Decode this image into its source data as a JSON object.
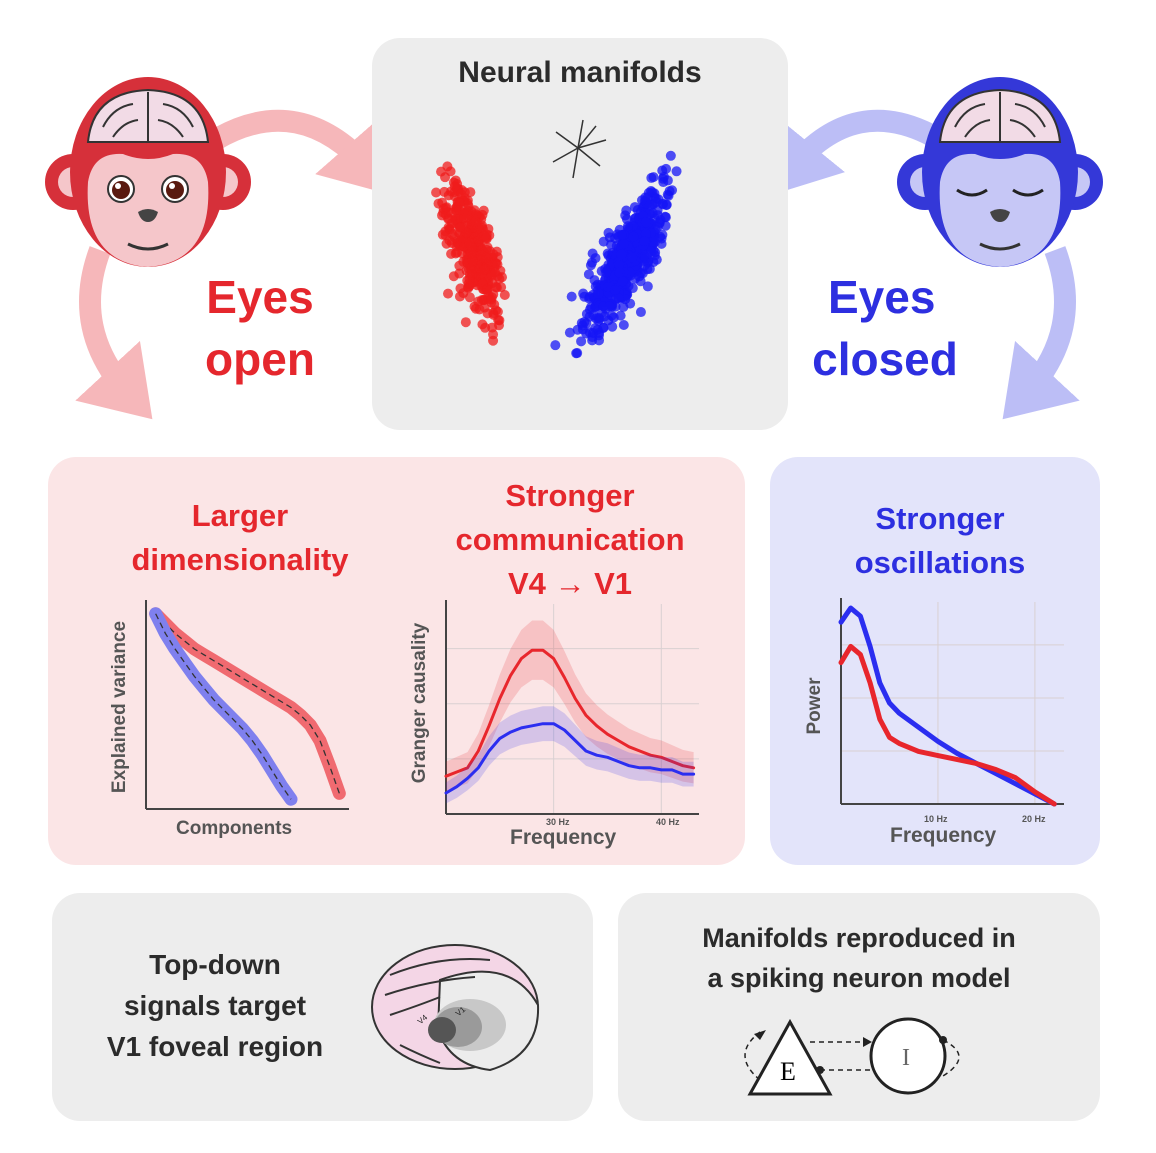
{
  "colors": {
    "eyes_open": "#e5272d",
    "eyes_closed": "#2d2fe0",
    "open_pale": "#f6b7ba",
    "closed_pale": "#bcbef6"
  },
  "top": {
    "title": "Neural manifolds"
  },
  "left_label": {
    "line1": "Eyes",
    "line2": "open"
  },
  "right_label": {
    "line1": "Eyes",
    "line2": "closed"
  },
  "pink_panel": {
    "dimensionality": {
      "line1": "Larger",
      "line2": "dimensionality"
    },
    "communication": {
      "line1": "Stronger",
      "line2": "communication",
      "line3": "V4 → V1"
    }
  },
  "blue_panel": {
    "title": {
      "line1": "Stronger",
      "line2": "oscillations"
    }
  },
  "bottom_left": {
    "line1": "Top-down",
    "line2": "signals target",
    "line3": "V1 foveal region",
    "brain_labels": [
      "V4",
      "V1"
    ]
  },
  "bottom_right": {
    "line1": "Manifolds reproduced in",
    "line2": "a spiking neuron model",
    "node_e": "E",
    "node_i": "I"
  },
  "chart_data": [
    {
      "type": "line",
      "title": "Larger dimensionality",
      "xlabel": "Components",
      "ylabel": "Explained variance",
      "x": [
        1,
        2,
        3,
        4,
        5,
        6,
        7,
        8,
        9,
        10,
        11,
        12,
        13,
        14,
        15,
        16,
        17,
        18,
        19,
        20
      ],
      "series": [
        {
          "name": "Eyes open",
          "color": "#f06a70",
          "values": [
            1,
            0.95,
            0.9,
            0.86,
            0.82,
            0.79,
            0.76,
            0.73,
            0.7,
            0.67,
            0.64,
            0.61,
            0.58,
            0.55,
            0.52,
            0.48,
            0.43,
            0.35,
            0.22,
            0.08
          ]
        },
        {
          "name": "Eyes closed",
          "color": "#7f80ee",
          "values": [
            1,
            0.9,
            0.82,
            0.75,
            0.68,
            0.62,
            0.56,
            0.51,
            0.46,
            0.41,
            0.35,
            0.28,
            0.2,
            0.12,
            0.05
          ]
        }
      ],
      "ylim": [
        0,
        1.05
      ],
      "xlim": [
        0,
        21
      ]
    },
    {
      "type": "line",
      "title": "Stronger communication V4 → V1",
      "xlabel": "Frequency",
      "ylabel": "Granger causality",
      "x": [
        20,
        21,
        22,
        23,
        24,
        25,
        26,
        27,
        28,
        29,
        30,
        31,
        32,
        33,
        34,
        35,
        36,
        37,
        38,
        39,
        40,
        41,
        42,
        43
      ],
      "xticks": [
        "30 Hz",
        "40 Hz"
      ],
      "xtick_values": [
        30,
        40
      ],
      "series": [
        {
          "name": "Eyes open",
          "color": "#e8262c",
          "band": 0.12,
          "values": [
            0.18,
            0.2,
            0.22,
            0.3,
            0.42,
            0.55,
            0.66,
            0.74,
            0.78,
            0.78,
            0.74,
            0.65,
            0.55,
            0.47,
            0.42,
            0.38,
            0.35,
            0.32,
            0.3,
            0.28,
            0.27,
            0.25,
            0.23,
            0.22
          ]
        },
        {
          "name": "Eyes closed",
          "color": "#2b2ef0",
          "band": 0.1,
          "values": [
            0.1,
            0.13,
            0.17,
            0.22,
            0.3,
            0.36,
            0.39,
            0.41,
            0.42,
            0.43,
            0.43,
            0.4,
            0.35,
            0.3,
            0.28,
            0.27,
            0.25,
            0.23,
            0.22,
            0.22,
            0.21,
            0.21,
            0.19,
            0.19
          ]
        }
      ],
      "ylim": [
        0,
        1
      ],
      "xlim": [
        20,
        43.5
      ]
    },
    {
      "type": "line",
      "title": "Stronger oscillations",
      "xlabel": "Frequency",
      "ylabel": "Power",
      "x": [
        0,
        1,
        2,
        3,
        4,
        5,
        6,
        8,
        10,
        12,
        14,
        16,
        18,
        20,
        22
      ],
      "xticks": [
        "10 Hz",
        "20 Hz"
      ],
      "xtick_values": [
        10,
        20
      ],
      "series": [
        {
          "name": "Eyes closed",
          "color": "#2b2ef0",
          "values": [
            0.9,
            0.97,
            0.93,
            0.78,
            0.6,
            0.5,
            0.45,
            0.38,
            0.31,
            0.25,
            0.2,
            0.15,
            0.1,
            0.05,
            0
          ]
        },
        {
          "name": "Eyes open",
          "color": "#e8262c",
          "values": [
            0.7,
            0.78,
            0.74,
            0.6,
            0.42,
            0.33,
            0.3,
            0.26,
            0.24,
            0.22,
            0.2,
            0.17,
            0.13,
            0.06,
            0
          ]
        }
      ],
      "ylim": [
        0,
        1
      ],
      "xlim": [
        0,
        23
      ]
    }
  ]
}
